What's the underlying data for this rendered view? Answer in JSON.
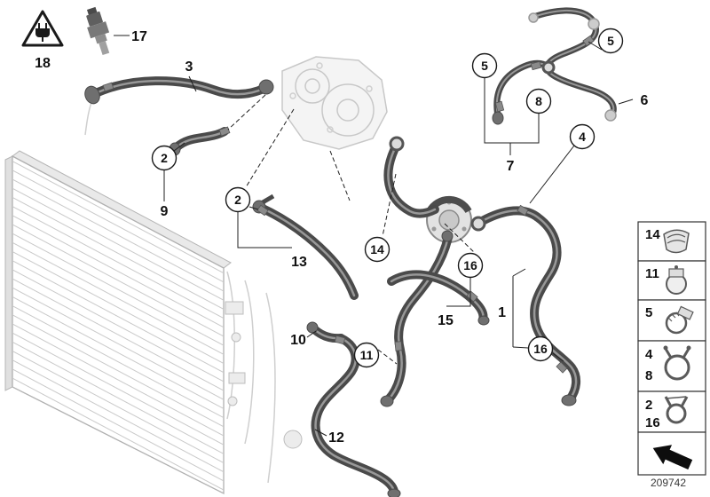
{
  "part_number": "209742",
  "warning": {
    "label": "18",
    "icon": "electrical-warning-triangle-icon"
  },
  "callouts": {
    "circled": [
      "2",
      "2",
      "14",
      "16",
      "11",
      "16",
      "5",
      "8",
      "4",
      "5"
    ],
    "plain": [
      "17",
      "3",
      "9",
      "13",
      "10",
      "12",
      "15",
      "1",
      "7",
      "6"
    ]
  },
  "legend": {
    "rows": [
      {
        "label1": "14",
        "icon": "band-clamp-icon"
      },
      {
        "label1": "11",
        "icon": "profile-clamp-icon"
      },
      {
        "label1": "5",
        "icon": "worm-drive-clamp-icon"
      },
      {
        "label1": "4",
        "label2": "8",
        "icon": "spring-band-clamp-icon"
      },
      {
        "label1": "2",
        "label2": "16",
        "icon": "spring-clamp-icon"
      },
      {
        "icon": "direction-arrow-icon"
      }
    ]
  }
}
